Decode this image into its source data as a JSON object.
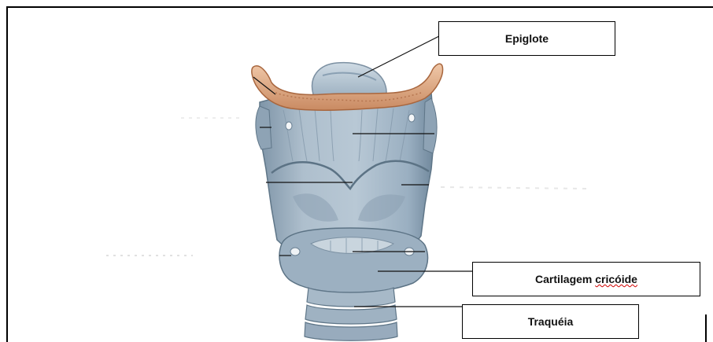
{
  "labels": {
    "epiglote": "Epiglote",
    "cartilagem_part1": "Cartilagem ",
    "cartilagem_part2": "cricóide",
    "traqueia": "Traquéia"
  },
  "colors": {
    "cartilage": "#9fb2c2",
    "cartilage_shadow": "#6e8597",
    "bone": "#d9a07a",
    "spellcheck": "#d00000"
  }
}
